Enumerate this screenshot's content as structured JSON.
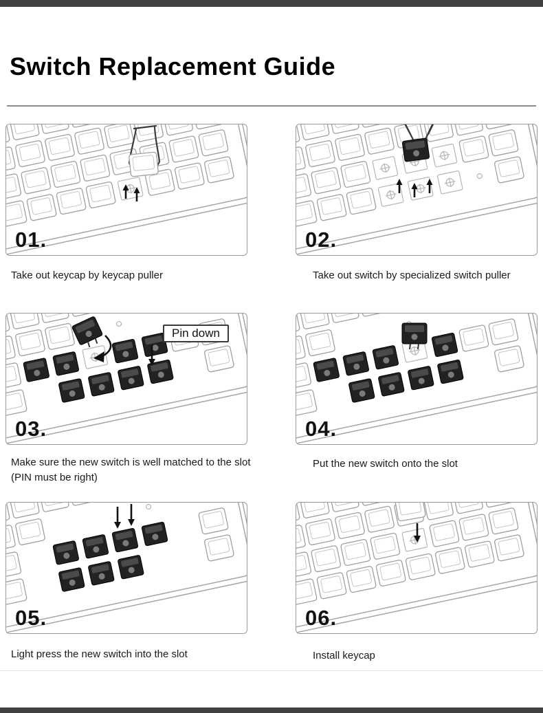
{
  "title": "Switch Replacement Guide",
  "steps": [
    {
      "number": "01.",
      "caption": "Take out keycap by keycap puller"
    },
    {
      "number": "02.",
      "caption": "Take out switch by specialized switch puller"
    },
    {
      "number": "03.",
      "caption": "Make sure the new switch is well matched to the slot\n(PIN must be right)",
      "annotation": "Pin down"
    },
    {
      "number": "04.",
      "caption": "Put the new switch onto the slot"
    },
    {
      "number": "05.",
      "caption": "Light press the new switch into the slot"
    },
    {
      "number": "06.",
      "caption": "Install keycap"
    }
  ],
  "colors": {
    "accent_bar": "#414141",
    "line_art": "#a6a6a6",
    "switch_body": "#222222",
    "text": "#111111"
  }
}
